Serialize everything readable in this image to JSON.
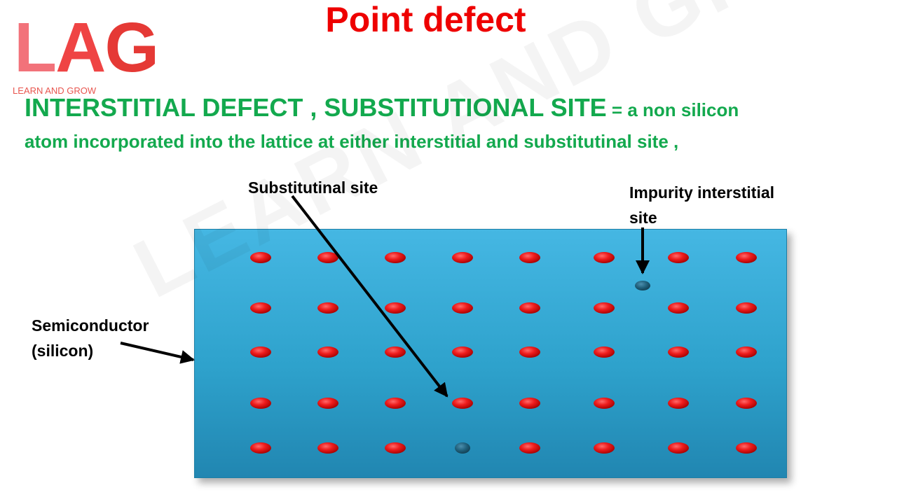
{
  "slide": {
    "title": "Point defect"
  },
  "logo": {
    "letters": [
      "L",
      "A",
      "G"
    ],
    "tagline": "LEARN AND GROW",
    "colors": {
      "l": "#f2727a",
      "a": "#ef4444",
      "g": "#e53935",
      "tagline": "#e8564f"
    }
  },
  "watermark": {
    "text": "LEARN AND GROW"
  },
  "heading": {
    "term": "INTERSTITIAL  DEFECT , SUBSTITUTIONAL SITE",
    "definition_line1": " = a non silicon",
    "definition_line2": "atom incorporated into the lattice at either interstitial and substitutinal site ,",
    "color": "#13a94e"
  },
  "labels": {
    "substitutional": "Substitutinal site",
    "impurity_line1": "Impurity interstitial",
    "impurity_line2": "site",
    "semiconductor_line1": "Semiconductor",
    "semiconductor_line2": "(silicon)"
  },
  "lattice": {
    "rows": 5,
    "cols": 8,
    "substituted_site": {
      "row": 4,
      "col": 3
    },
    "interstitial_impurity": {
      "between_rows": [
        0,
        1
      ],
      "near_col": 5.5
    },
    "colors": {
      "background": "#2ea2cc",
      "silicon_atom": "#ee1c1c",
      "impurity_atom": "#1f5f7a",
      "arrow": "#000000"
    }
  },
  "colors": {
    "title": "#ee0000"
  }
}
